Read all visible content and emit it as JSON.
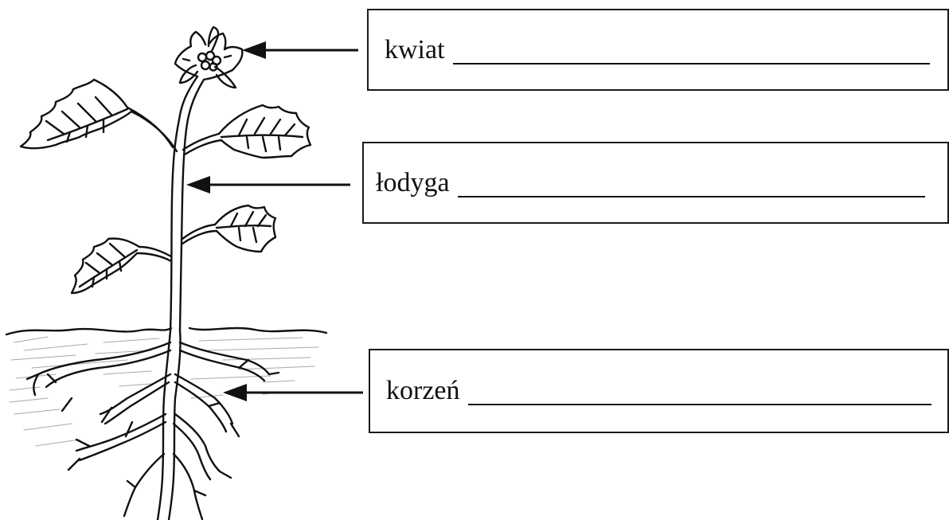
{
  "labels": [
    {
      "id": "flower",
      "word": "kwiat"
    },
    {
      "id": "stem",
      "word": "łodyga"
    },
    {
      "id": "root",
      "word": "korzeń"
    }
  ],
  "colors": {
    "ink": "#111111",
    "shade": "#9a9a9a",
    "background": "#ffffff"
  }
}
